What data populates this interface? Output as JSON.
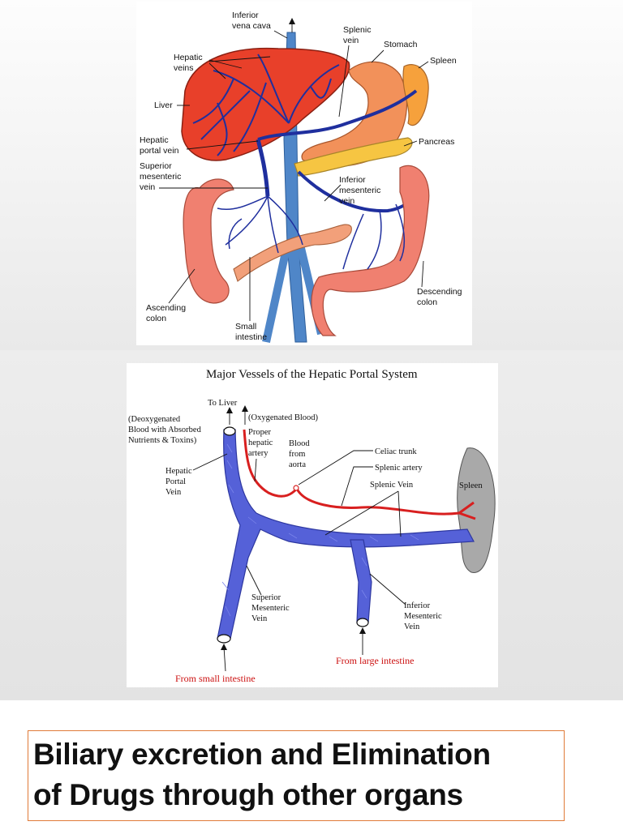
{
  "figure1": {
    "labels": {
      "ivc": [
        "Inferior",
        "vena cava"
      ],
      "splenic_vein": [
        "Splenic",
        "vein"
      ],
      "stomach": "Stomach",
      "spleen": "Spleen",
      "hepatic_veins": [
        "Hepatic",
        "veins"
      ],
      "liver": "Liver",
      "pancreas": "Pancreas",
      "hepatic_portal": [
        "Hepatic",
        "portal vein"
      ],
      "smv": [
        "Superior",
        "mesenteric",
        "vein"
      ],
      "imv": [
        "Inferior",
        "mesenteric",
        "vein"
      ],
      "ascending": [
        "Ascending",
        "colon"
      ],
      "descending": [
        "Descending",
        "colon"
      ],
      "small_intestine": [
        "Small",
        "intestine"
      ]
    }
  },
  "figure2": {
    "title": "Major Vessels of the Hepatic Portal System",
    "labels": {
      "to_liver": "To Liver",
      "oxygenated": "(Oxygenated Blood)",
      "deoxygenated": [
        "(Deoxygenated",
        "Blood with Absorbed",
        "Nutrients & Toxins)"
      ],
      "proper_hepatic": [
        "Proper",
        "hepatic",
        "artery"
      ],
      "blood_from_aorta": [
        "Blood",
        "from",
        "aorta"
      ],
      "celiac": "Celiac trunk",
      "splenic_artery": "Splenic artery",
      "splenic_vein": "Splenic Vein",
      "spleen": "Spleen",
      "hepatic_portal": [
        "Hepatic",
        "Portal",
        "Vein"
      ],
      "smv": [
        "Superior",
        "Mesenteric",
        "Vein"
      ],
      "imv": [
        "Inferior",
        "Mesenteric",
        "Vein"
      ],
      "from_large": "From large intestine",
      "from_small": "From small intestine"
    }
  },
  "title": {
    "line1": "Biliary excretion and Elimination",
    "line2": "of Drugs through other organs"
  },
  "colors": {
    "liver": "#e8402a",
    "vein_dark": "#1f2f9e",
    "vein_light": "#4f86c8",
    "stomach": "#f2915a",
    "spleen": "#f6a13c",
    "pancreas": "#f6c542",
    "colon": "#f08070",
    "portal_blue": "#5561d8",
    "artery_red": "#d81f1f",
    "spleen_gray": "#a9a9a9",
    "title_border": "#e07b39"
  }
}
